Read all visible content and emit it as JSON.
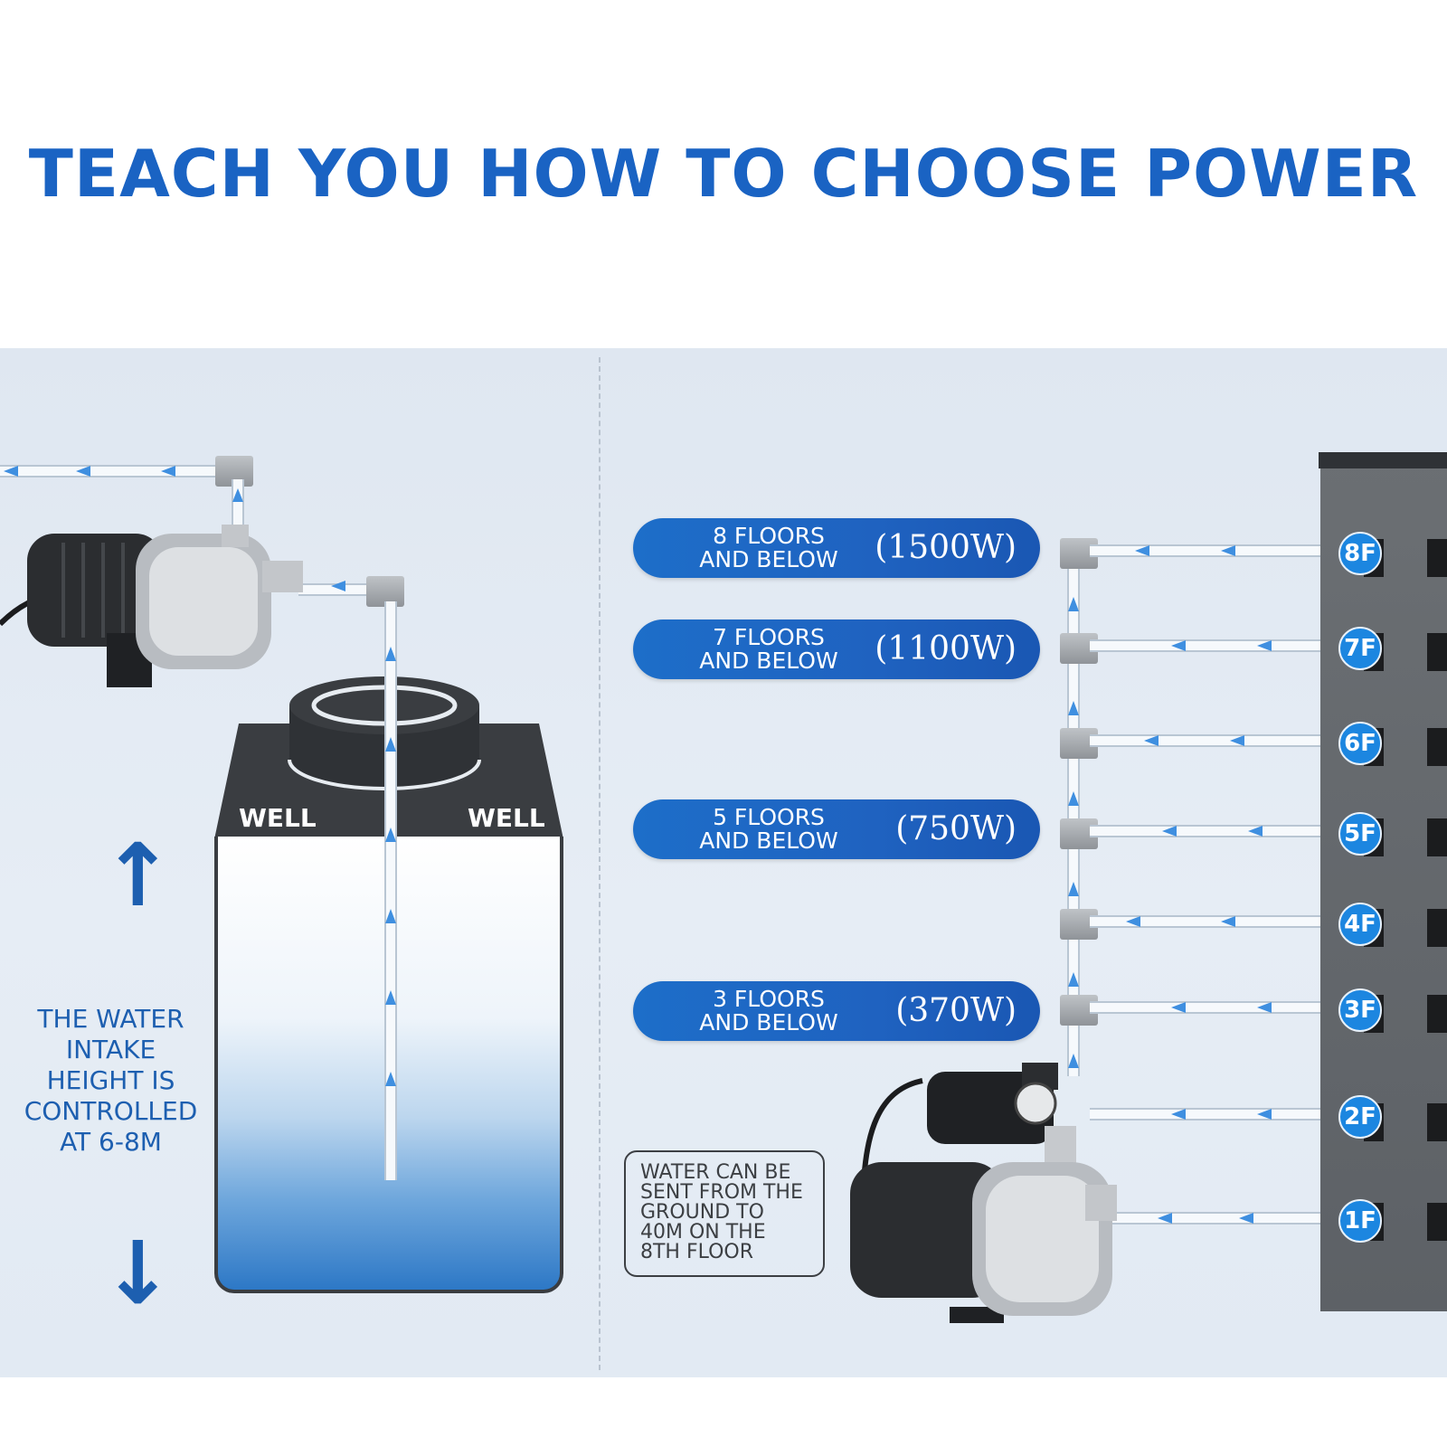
{
  "header": {
    "title": "TEACH YOU HOW TO CHOOSE POWER"
  },
  "colors": {
    "title": "#1a63c3",
    "pill": "#1f62c0",
    "badge": "#1c86e0",
    "text_blue": "#1d5fb0"
  },
  "well": {
    "label_left": "WELL",
    "label_right": "WELL"
  },
  "intake_note": {
    "lines": [
      "THE WATER",
      "INTAKE",
      "HEIGHT IS",
      "CONTROLLED",
      "AT 6-8M"
    ]
  },
  "intake_arrows": {
    "up": "↑",
    "down": "↓"
  },
  "power_options": [
    {
      "line1": "8 FLOORS",
      "line2": "AND BELOW",
      "watt": "(1500W)"
    },
    {
      "line1": "7 FLOORS",
      "line2": "AND BELOW",
      "watt": "(1100W)"
    },
    {
      "line1": "5 FLOORS",
      "line2": "AND BELOW",
      "watt": "(750W)"
    },
    {
      "line1": "3 FLOORS",
      "line2": "AND BELOW",
      "watt": "(370W)"
    }
  ],
  "floors": [
    "8F",
    "7F",
    "6F",
    "5F",
    "4F",
    "3F",
    "2F",
    "1F"
  ],
  "delivery_note": {
    "lines": [
      "WATER CAN BE",
      "SENT FROM THE",
      "GROUND TO",
      "40M ON THE",
      "8TH FLOOR"
    ]
  },
  "icons": {
    "flow": "flow-arrow-icon",
    "pump": "pump-icon",
    "building": "building-icon"
  }
}
